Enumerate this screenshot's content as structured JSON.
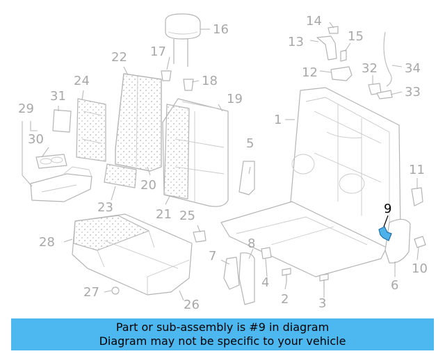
{
  "highlight_part": "9",
  "colors": {
    "banner": "#4db8f0",
    "highlight": "#4db2ea",
    "lines": "#b4b4b4"
  },
  "callouts": [
    "1",
    "2",
    "3",
    "4",
    "5",
    "6",
    "7",
    "8",
    "9",
    "10",
    "11",
    "12",
    "13",
    "14",
    "15",
    "16",
    "17",
    "18",
    "19",
    "20",
    "21",
    "22",
    "23",
    "24",
    "25",
    "26",
    "27",
    "28",
    "29",
    "30",
    "31",
    "32",
    "33",
    "34"
  ],
  "banner": {
    "line1": "Part or sub-assembly is #9 in diagram",
    "line2": "Diagram may not be specific to your vehicle"
  }
}
